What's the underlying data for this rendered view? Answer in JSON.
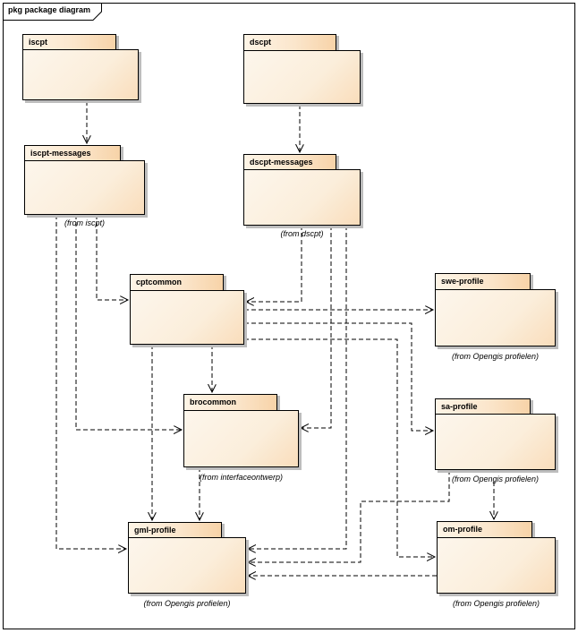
{
  "frame": {
    "label": "pkg package diagram"
  },
  "packages": [
    {
      "name": "iscpt",
      "label": "iscpt",
      "from_label": ""
    },
    {
      "name": "dscpt",
      "label": "dscpt",
      "from_label": ""
    },
    {
      "name": "iscpt-messages",
      "label": "iscpt-messages",
      "from_label": "(from iscpt)"
    },
    {
      "name": "dscpt-messages",
      "label": "dscpt-messages",
      "from_label": "(from dscpt)"
    },
    {
      "name": "cptcommon",
      "label": "cptcommon",
      "from_label": ""
    },
    {
      "name": "swe-profile",
      "label": "swe-profile",
      "from_label": "(from Opengis profielen)"
    },
    {
      "name": "brocommon",
      "label": "brocommon",
      "from_label": "(from interfaceontwerp)"
    },
    {
      "name": "sa-profile",
      "label": "sa-profile",
      "from_label": "(from Opengis profielen)"
    },
    {
      "name": "gml-profile",
      "label": "gml-profile",
      "from_label": "(from Opengis profielen)"
    },
    {
      "name": "om-profile",
      "label": "om-profile",
      "from_label": "(from Opengis profielen)"
    }
  ],
  "dependencies": [
    {
      "from": "iscpt",
      "to": "iscpt-messages"
    },
    {
      "from": "dscpt",
      "to": "dscpt-messages"
    },
    {
      "from": "iscpt-messages",
      "to": "cptcommon"
    },
    {
      "from": "iscpt-messages",
      "to": "brocommon"
    },
    {
      "from": "iscpt-messages",
      "to": "gml-profile"
    },
    {
      "from": "dscpt-messages",
      "to": "cptcommon"
    },
    {
      "from": "dscpt-messages",
      "to": "brocommon"
    },
    {
      "from": "dscpt-messages",
      "to": "gml-profile"
    },
    {
      "from": "cptcommon",
      "to": "swe-profile"
    },
    {
      "from": "cptcommon",
      "to": "brocommon"
    },
    {
      "from": "cptcommon",
      "to": "gml-profile"
    },
    {
      "from": "cptcommon",
      "to": "sa-profile"
    },
    {
      "from": "cptcommon",
      "to": "om-profile"
    },
    {
      "from": "brocommon",
      "to": "gml-profile"
    },
    {
      "from": "sa-profile",
      "to": "gml-profile"
    },
    {
      "from": "sa-profile",
      "to": "om-profile"
    },
    {
      "from": "om-profile",
      "to": "gml-profile"
    }
  ],
  "colors": {
    "package_fill_light": "#fdf6ec",
    "package_fill_dark": "#f7d3a8",
    "border": "#000000",
    "shadow": "#bdbdbd",
    "background": "#ffffff"
  }
}
